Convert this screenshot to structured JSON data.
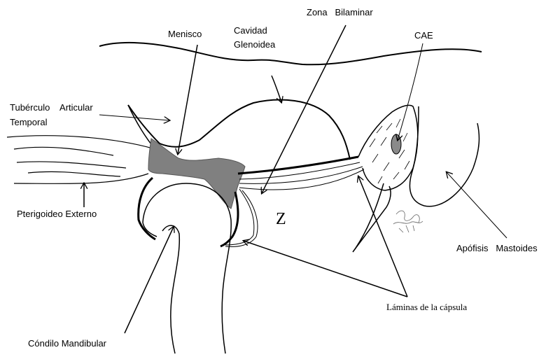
{
  "labels": {
    "menisco": "Menisco",
    "cavidad_line1": "Cavidad",
    "cavidad_line2": "Glenoidea",
    "zona_bilaminar": "Zona   Bilaminar",
    "cae": "CAE",
    "tuberculo_line1": "Tubérculo    Articular",
    "tuberculo_line2": "Temporal",
    "pterigoideo": "Pterigoideo Externo",
    "z_marker": "Z",
    "apofisis": "Apófisis   Mastoides",
    "laminas": "Láminas de la cápsula",
    "condilo": "Cóndilo Mandibular"
  },
  "colors": {
    "line": "#000000",
    "meniscus_fill": "#808080",
    "canal_fill": "#8a8a8a",
    "background": "#ffffff"
  }
}
